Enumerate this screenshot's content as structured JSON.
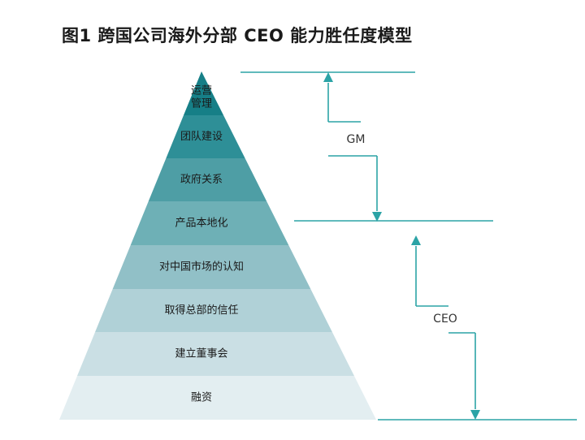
{
  "title": "图1 跨国公司海外分部 CEO 能力胜任度模型",
  "levels": [
    {
      "lines": [
        "运营",
        "管理"
      ],
      "color": "#167f87"
    },
    {
      "lines": [
        "团队建设"
      ],
      "color": "#2e8f97"
    },
    {
      "lines": [
        "政府关系"
      ],
      "color": "#4e9ea5"
    },
    {
      "lines": [
        "产品本地化"
      ],
      "color": "#6eb0b6"
    },
    {
      "lines": [
        "对中国市场的认知"
      ],
      "color": "#91c0c7"
    },
    {
      "lines": [
        "取得总部的信任"
      ],
      "color": "#b0d1d7"
    },
    {
      "lines": [
        "建立董事会"
      ],
      "color": "#cadfe4"
    },
    {
      "lines": [
        "融资"
      ],
      "color": "#e3eef1"
    }
  ],
  "roles": [
    {
      "label": "GM"
    },
    {
      "label": "CEO"
    }
  ],
  "colors": {
    "accent": "#2ba3a6"
  }
}
